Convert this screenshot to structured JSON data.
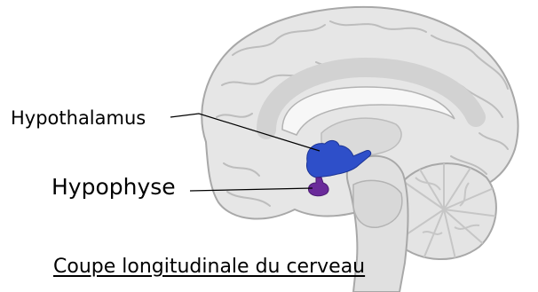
{
  "labels": {
    "hypothalamus": "Hypothalamus",
    "hypophyse": "Hypophyse"
  },
  "caption": "Coupe longitudinale du cerveau",
  "colors": {
    "hypothalamus": "#2e4fc9",
    "hypophyse": "#6a2a9a",
    "brain_fill": "#e6e6e6",
    "brain_outline": "#a8a8a8",
    "leader_line": "#000000"
  },
  "icons": [
    "brain-sagittal-section-illustration"
  ]
}
